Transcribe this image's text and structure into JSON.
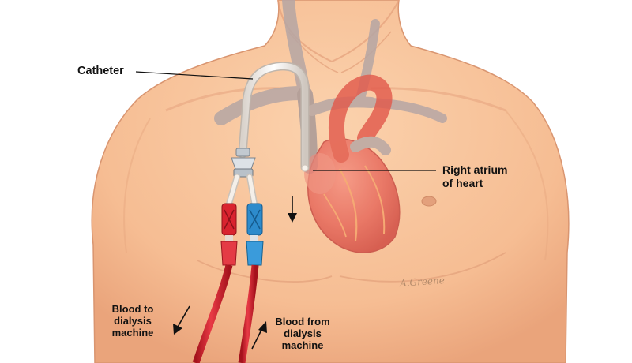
{
  "labels": {
    "catheter": "Catheter",
    "right_atrium": [
      "Right atrium",
      "of heart"
    ],
    "blood_to_dialysis": [
      "Blood to",
      "dialysis",
      "machine"
    ],
    "blood_from_dialysis": [
      "Blood from",
      "dialysis",
      "machine"
    ]
  },
  "signature": "A.Greene",
  "colors": {
    "skin": "#f8c29a",
    "skin_shadow": "#e8a57c",
    "heart": "#e2554a",
    "heart_light": "#f07b6c",
    "vein": "#b9a8a6",
    "catheter": "#f2ede6",
    "red_tube": "#d7232f",
    "blue_tube": "#2f8fd0"
  },
  "icons": [
    "arrow-down-icon",
    "arrow-out-icon",
    "arrow-in-icon"
  ]
}
